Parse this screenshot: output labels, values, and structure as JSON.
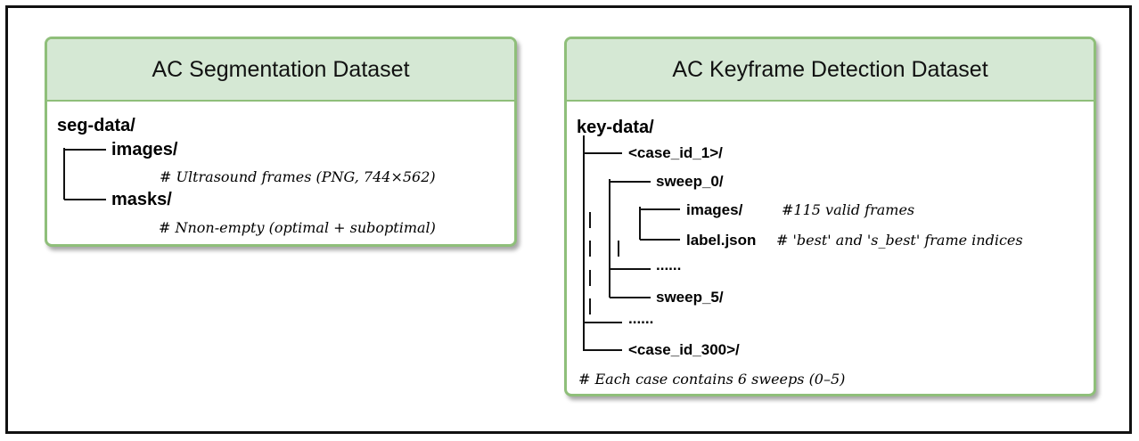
{
  "seg": {
    "title": "AC Segmentation Dataset",
    "root": "seg-data/",
    "images": "images/",
    "images_comment": "# Ultrasound frames (PNG, 744×562)",
    "masks": "masks/",
    "masks_comment": "# Nnon-empty (optimal + suboptimal)"
  },
  "key": {
    "title": "AC Keyframe Detection Dataset",
    "root": "key-data/",
    "case1": "<case_id_1>/",
    "sweep0": "sweep_0/",
    "images": "images/",
    "images_comment": "#115 valid frames",
    "label": "label.json",
    "label_comment": "# 'best' and 's_best' frame indices",
    "sweep_ellipsis": "......",
    "sweep5": "sweep_5/",
    "case_ellipsis": "......",
    "case300": "<case_id_300>/",
    "footer_comment": "# Each case contains 6 sweeps (0–5)"
  }
}
